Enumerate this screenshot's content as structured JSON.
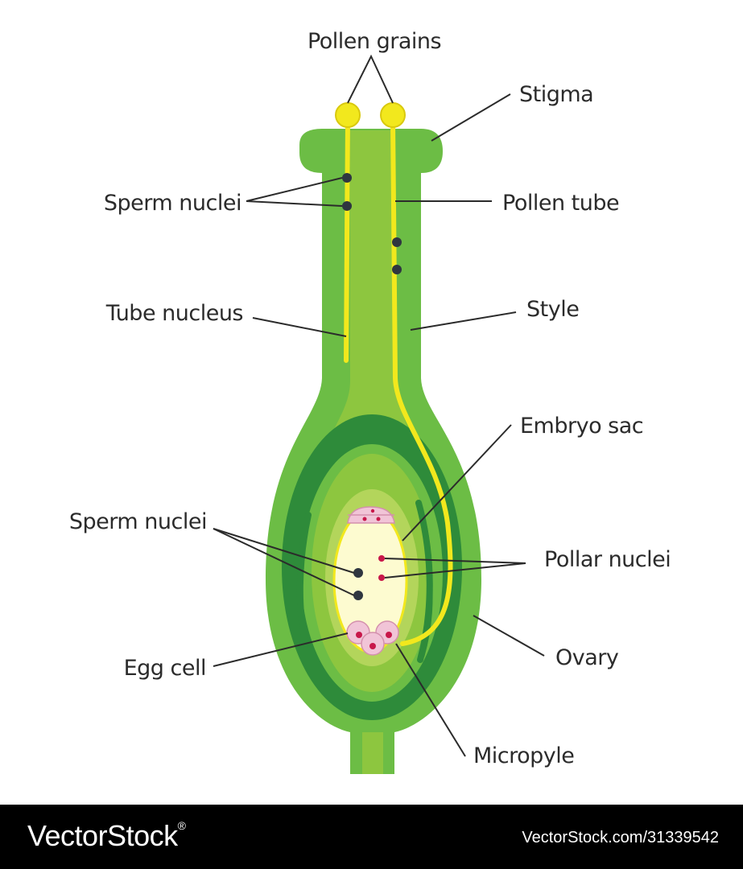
{
  "labels": {
    "pollen_grains": "Pollen grains",
    "stigma": "Stigma",
    "sperm_nuclei_top": "Sperm nuclei",
    "pollen_tube": "Pollen tube",
    "tube_nucleus": "Tube nucleus",
    "style": "Style",
    "embryo_sac": "Embryo sac",
    "sperm_nuclei_bottom": "Sperm nuclei",
    "pollar_nuclei": "Pollar nuclei",
    "ovary": "Ovary",
    "egg_cell": "Egg cell",
    "micropyle": "Micropyle"
  },
  "colors": {
    "light_green": "#8dc63f",
    "mid_green": "#6cbd45",
    "dark_green": "#2e8b3a",
    "pale_green": "#b3d55b",
    "pollen_yellow": "#f2e81d",
    "embryo_sac_fill": "#fdfbd0",
    "cell_pink": "#f1c4d7",
    "nucleus_red": "#c8174a",
    "sperm_dark": "#2f3640"
  },
  "footer": {
    "brand": "VectorStock",
    "stock_id": "VectorStock.com/31339542"
  }
}
